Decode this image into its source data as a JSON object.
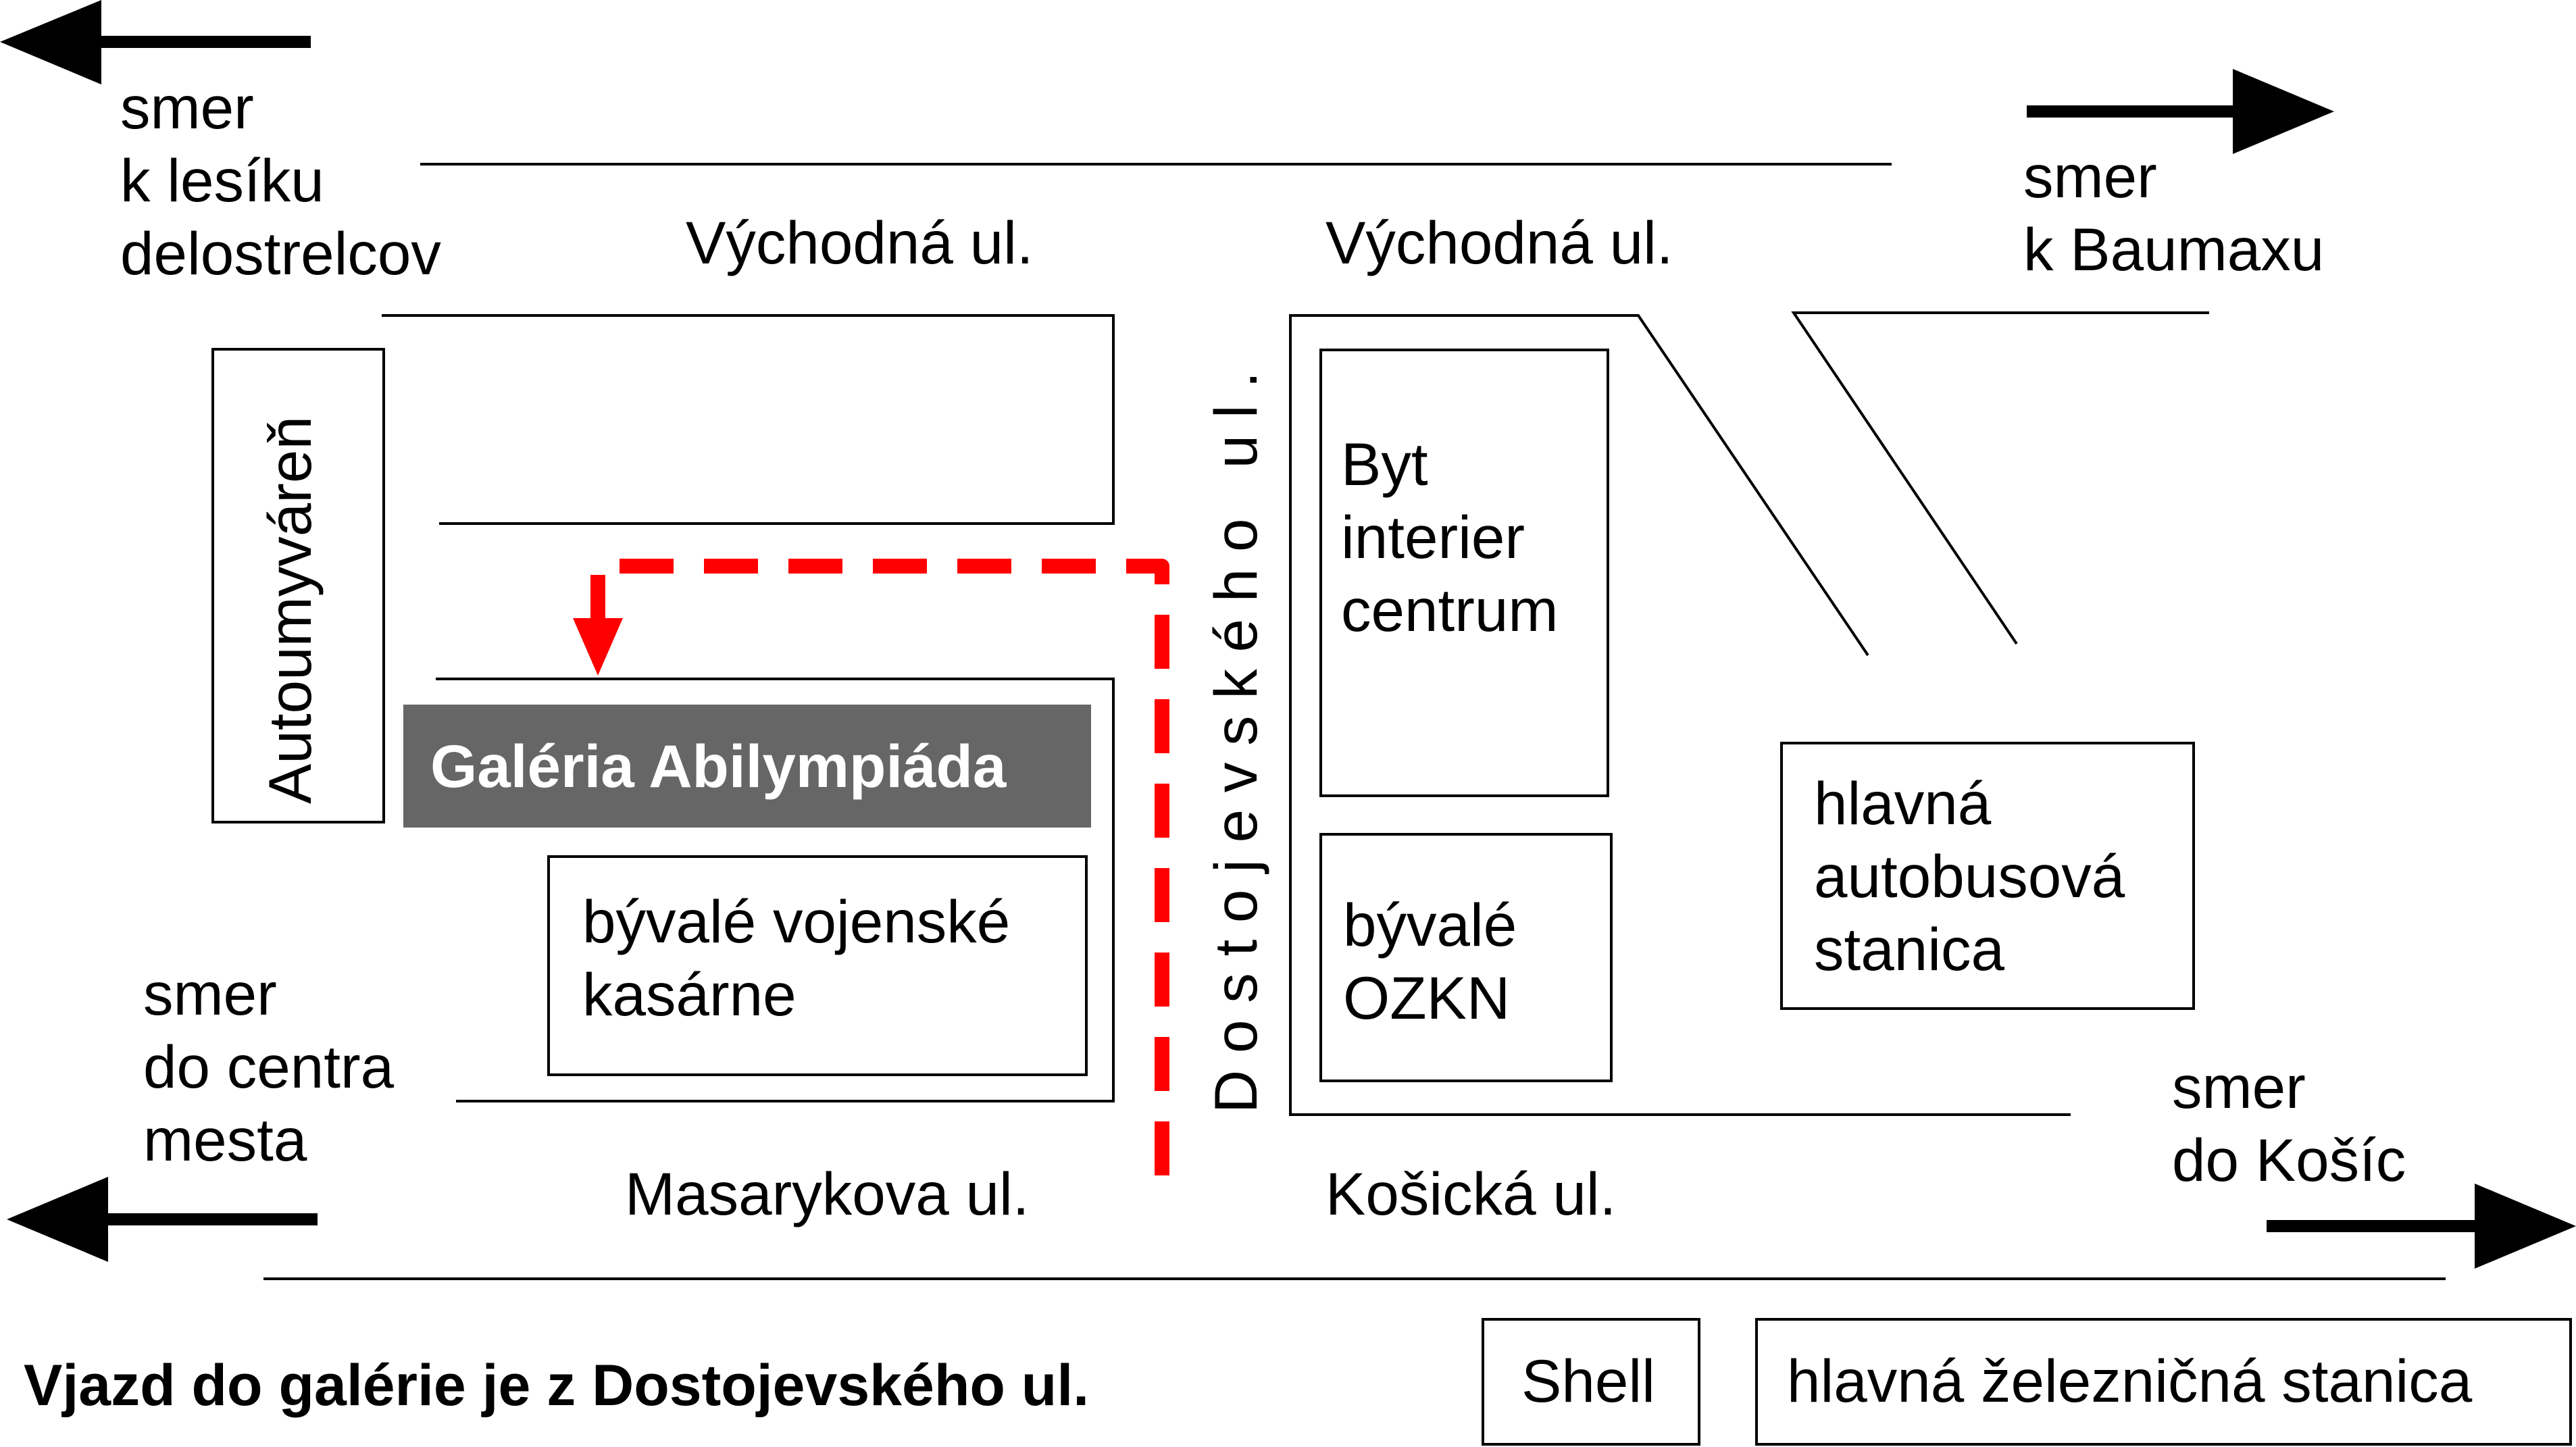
{
  "directions": {
    "left_top": [
      "smer",
      "k lesíku",
      "delostrelcov"
    ],
    "right_top": [
      "smer",
      "k Baumaxu"
    ],
    "left_bottom": [
      "smer",
      "do centra",
      "mesta"
    ],
    "right_bottom": [
      "smer",
      "do Košíc"
    ]
  },
  "streets": {
    "vychodna_left": "Východná ul.",
    "vychodna_right": "Východná ul.",
    "dostojevskeho": "D o s t o j e v s k é h o   u l .",
    "masarykova": "Masarykova ul.",
    "kosicka": "Košická ul."
  },
  "buildings": {
    "autoumyvaren": "Autoumyváreň",
    "galeria": "Galéria Abilympiáda",
    "kasarne": [
      "bývalé vojenské",
      "kasárne"
    ],
    "byt_interier": [
      "Byt",
      "interier",
      "centrum"
    ],
    "ozkn": [
      "bývalé",
      "OZKN"
    ],
    "autobusova": [
      "hlavná",
      "autobusová",
      "stanica"
    ],
    "shell": "Shell",
    "zeleznicna": "hlavná železničná stanica"
  },
  "note": "Vjazd do galérie je z Dostojevského ul.",
  "colors": {
    "route": "#ff0000",
    "galeria_fill": "#666666",
    "galeria_text": "#ffffff"
  }
}
